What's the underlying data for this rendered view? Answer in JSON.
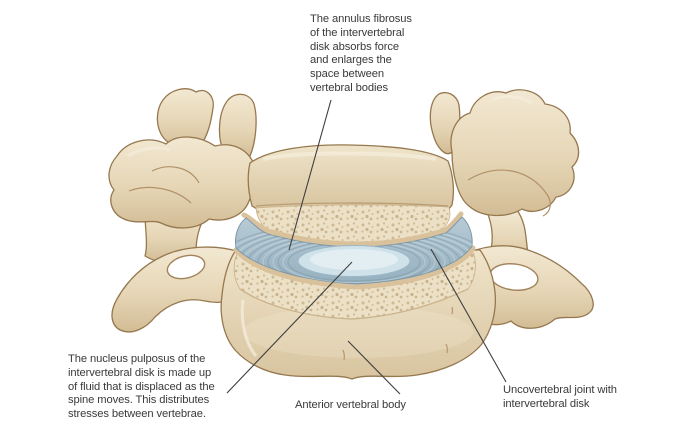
{
  "illustration": {
    "name": "cervical-vertebrae-with-intervertebral-disk",
    "description": "Two stacked vertebral bodies with lateral processes; cut surfaces show cancellous bone, the blue annulus fibrosus rings and pale nucleus pulposus of the intervertebral disk"
  },
  "labels": {
    "annulus_fibrosus": {
      "lines": [
        "The annulus fibrosus",
        "of the intervertebral",
        "disk absorbs force",
        "and enlarges the",
        "space between",
        "vertebral bodies"
      ]
    },
    "nucleus_pulposus": {
      "lines": [
        "The nucleus pulposus of the",
        "intervertebral disk is made up",
        "of fluid that is displaced as the",
        "spine moves. This distributes",
        "stresses between vertebrae."
      ]
    },
    "anterior_vertebral_body": {
      "text": "Anterior vertebral body"
    },
    "uncovertebral_joint": {
      "lines": [
        "Uncovertebral joint with",
        "intervertebral disk"
      ]
    }
  },
  "colors": {
    "background": "#ffffff",
    "bone": "#e8d9ba",
    "bone_shadow": "#c2a57d",
    "bone_outline": "#96784f",
    "cancellous_bone": "#ece1c6",
    "cancellous_speckle": "#c3aa82",
    "annulus_fibrosus": "#a3bcca",
    "annulus_lamellae": "#7e99a8",
    "nucleus_pulposus": "#cfe2ea",
    "endplate_rim": "#d9c19b",
    "foramen": "#ffffff",
    "leader_line": "#3f3f3f",
    "label_text": "#3a3a3a"
  }
}
